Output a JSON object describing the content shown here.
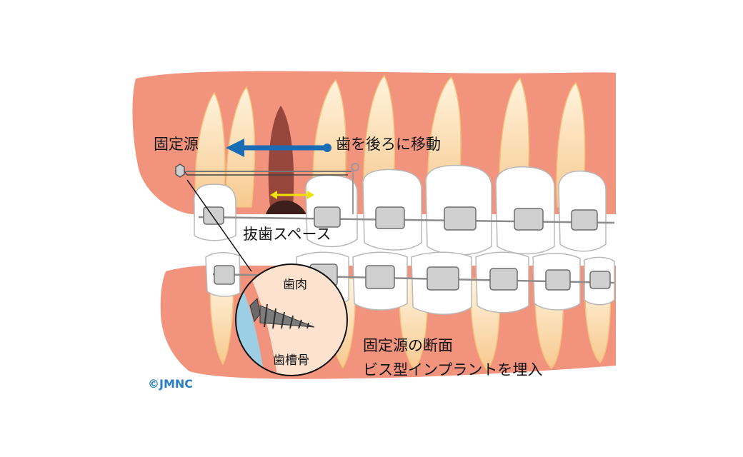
{
  "labels": {
    "anchor": "固定源",
    "move_teeth": "歯を後ろに移動",
    "extraction_space": "抜歯スペース",
    "gum": "歯肉",
    "alveolar_bone": "歯槽骨",
    "anchor_section": "固定源の断面",
    "implant_desc": "ビス型インプラントを埋入"
  },
  "copyright": "©JMNC",
  "colors": {
    "gum": "#f08f7a",
    "gum_inner": "#f9b8a2",
    "tooth": "#ffffff",
    "tooth_root": "#fbd9a8",
    "arrow": "#1a6db5",
    "spacer_arrow": "#f0e200",
    "extracted_root": "#5a2d25",
    "screw": "#555555"
  }
}
